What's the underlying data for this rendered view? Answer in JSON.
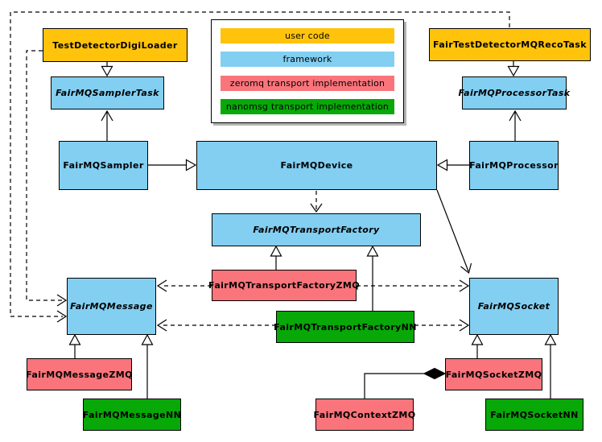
{
  "colors": {
    "user_code": "#FFC30B",
    "framework": "#82CFF2",
    "zeromq": "#F9757B",
    "nanomsg": "#07A807",
    "edge": "#000000",
    "background": "#FFFFFF"
  },
  "legend": {
    "items": [
      {
        "label": "user code",
        "category": "user_code"
      },
      {
        "label": "framework",
        "category": "framework"
      },
      {
        "label": "zeromq transport implementation",
        "category": "zeromq"
      },
      {
        "label": "nanomsg transport implementation",
        "category": "nanomsg"
      }
    ]
  },
  "nodes": {
    "test_detector_digi_loader": {
      "label": "TestDetectorDigiLoader",
      "category": "user_code",
      "abstract": false
    },
    "fair_test_detector_mq_reco_task": {
      "label": "FairTestDetectorMQRecoTask",
      "category": "user_code",
      "abstract": false
    },
    "fair_mq_sampler_task": {
      "label": "FairMQSamplerTask",
      "category": "framework",
      "abstract": true
    },
    "fair_mq_processor_task": {
      "label": "FairMQProcessorTask",
      "category": "framework",
      "abstract": true
    },
    "fair_mq_sampler": {
      "label": "FairMQSampler",
      "category": "framework",
      "abstract": false
    },
    "fair_mq_device": {
      "label": "FairMQDevice",
      "category": "framework",
      "abstract": false
    },
    "fair_mq_processor": {
      "label": "FairMQProcessor",
      "category": "framework",
      "abstract": false
    },
    "fair_mq_transport_factory": {
      "label": "FairMQTransportFactory",
      "category": "framework",
      "abstract": true
    },
    "fair_mq_transport_factory_zmq": {
      "label": "FairMQTransportFactoryZMQ",
      "category": "zeromq",
      "abstract": false
    },
    "fair_mq_transport_factory_nn": {
      "label": "FairMQTransportFactoryNN",
      "category": "nanomsg",
      "abstract": false
    },
    "fair_mq_message": {
      "label": "FairMQMessage",
      "category": "framework",
      "abstract": true
    },
    "fair_mq_socket": {
      "label": "FairMQSocket",
      "category": "framework",
      "abstract": true
    },
    "fair_mq_message_zmq": {
      "label": "FairMQMessageZMQ",
      "category": "zeromq",
      "abstract": false
    },
    "fair_mq_message_nn": {
      "label": "FairMQMessageNN",
      "category": "nanomsg",
      "abstract": false
    },
    "fair_mq_context_zmq": {
      "label": "FairMQContextZMQ",
      "category": "zeromq",
      "abstract": false
    },
    "fair_mq_socket_zmq": {
      "label": "FairMQSocketZMQ",
      "category": "zeromq",
      "abstract": false
    },
    "fair_mq_socket_nn": {
      "label": "FairMQSocketNN",
      "category": "nanomsg",
      "abstract": false
    }
  },
  "edges": [
    {
      "from": "TestDetectorDigiLoader",
      "to": "FairMQSamplerTask",
      "kind": "inheritance"
    },
    {
      "from": "FairTestDetectorMQRecoTask",
      "to": "FairMQProcessorTask",
      "kind": "inheritance"
    },
    {
      "from": "FairMQSampler",
      "to": "FairMQSamplerTask",
      "kind": "inheritance-open"
    },
    {
      "from": "FairMQProcessor",
      "to": "FairMQProcessorTask",
      "kind": "inheritance-open"
    },
    {
      "from": "FairMQSampler",
      "to": "FairMQDevice",
      "kind": "inheritance"
    },
    {
      "from": "FairMQProcessor",
      "to": "FairMQDevice",
      "kind": "inheritance"
    },
    {
      "from": "FairMQDevice",
      "to": "FairMQTransportFactory",
      "kind": "dependency-dashed"
    },
    {
      "from": "FairMQDevice",
      "to": "FairMQSocket",
      "kind": "association"
    },
    {
      "from": "FairMQTransportFactoryZMQ",
      "to": "FairMQTransportFactory",
      "kind": "inheritance"
    },
    {
      "from": "FairMQTransportFactoryNN",
      "to": "FairMQTransportFactory",
      "kind": "inheritance"
    },
    {
      "from": "FairMQTransportFactoryZMQ",
      "to": "FairMQMessage",
      "kind": "dependency-dashed"
    },
    {
      "from": "FairMQTransportFactoryZMQ",
      "to": "FairMQSocket",
      "kind": "dependency-dashed"
    },
    {
      "from": "FairMQTransportFactoryNN",
      "to": "FairMQMessage",
      "kind": "dependency-dashed"
    },
    {
      "from": "FairMQTransportFactoryNN",
      "to": "FairMQSocket",
      "kind": "dependency-dashed"
    },
    {
      "from": "FairMQMessageZMQ",
      "to": "FairMQMessage",
      "kind": "inheritance"
    },
    {
      "from": "FairMQMessageNN",
      "to": "FairMQMessage",
      "kind": "inheritance"
    },
    {
      "from": "FairMQSocketZMQ",
      "to": "FairMQSocket",
      "kind": "inheritance"
    },
    {
      "from": "FairMQSocketNN",
      "to": "FairMQSocket",
      "kind": "inheritance"
    },
    {
      "from": "TestDetectorDigiLoader",
      "to": "FairMQMessage",
      "kind": "dependency-dashed"
    },
    {
      "from": "FairTestDetectorMQRecoTask",
      "to": "FairMQMessage",
      "kind": "dependency-dashed"
    },
    {
      "from": "FairMQContextZMQ",
      "to": "FairMQSocketZMQ",
      "kind": "composition"
    }
  ]
}
